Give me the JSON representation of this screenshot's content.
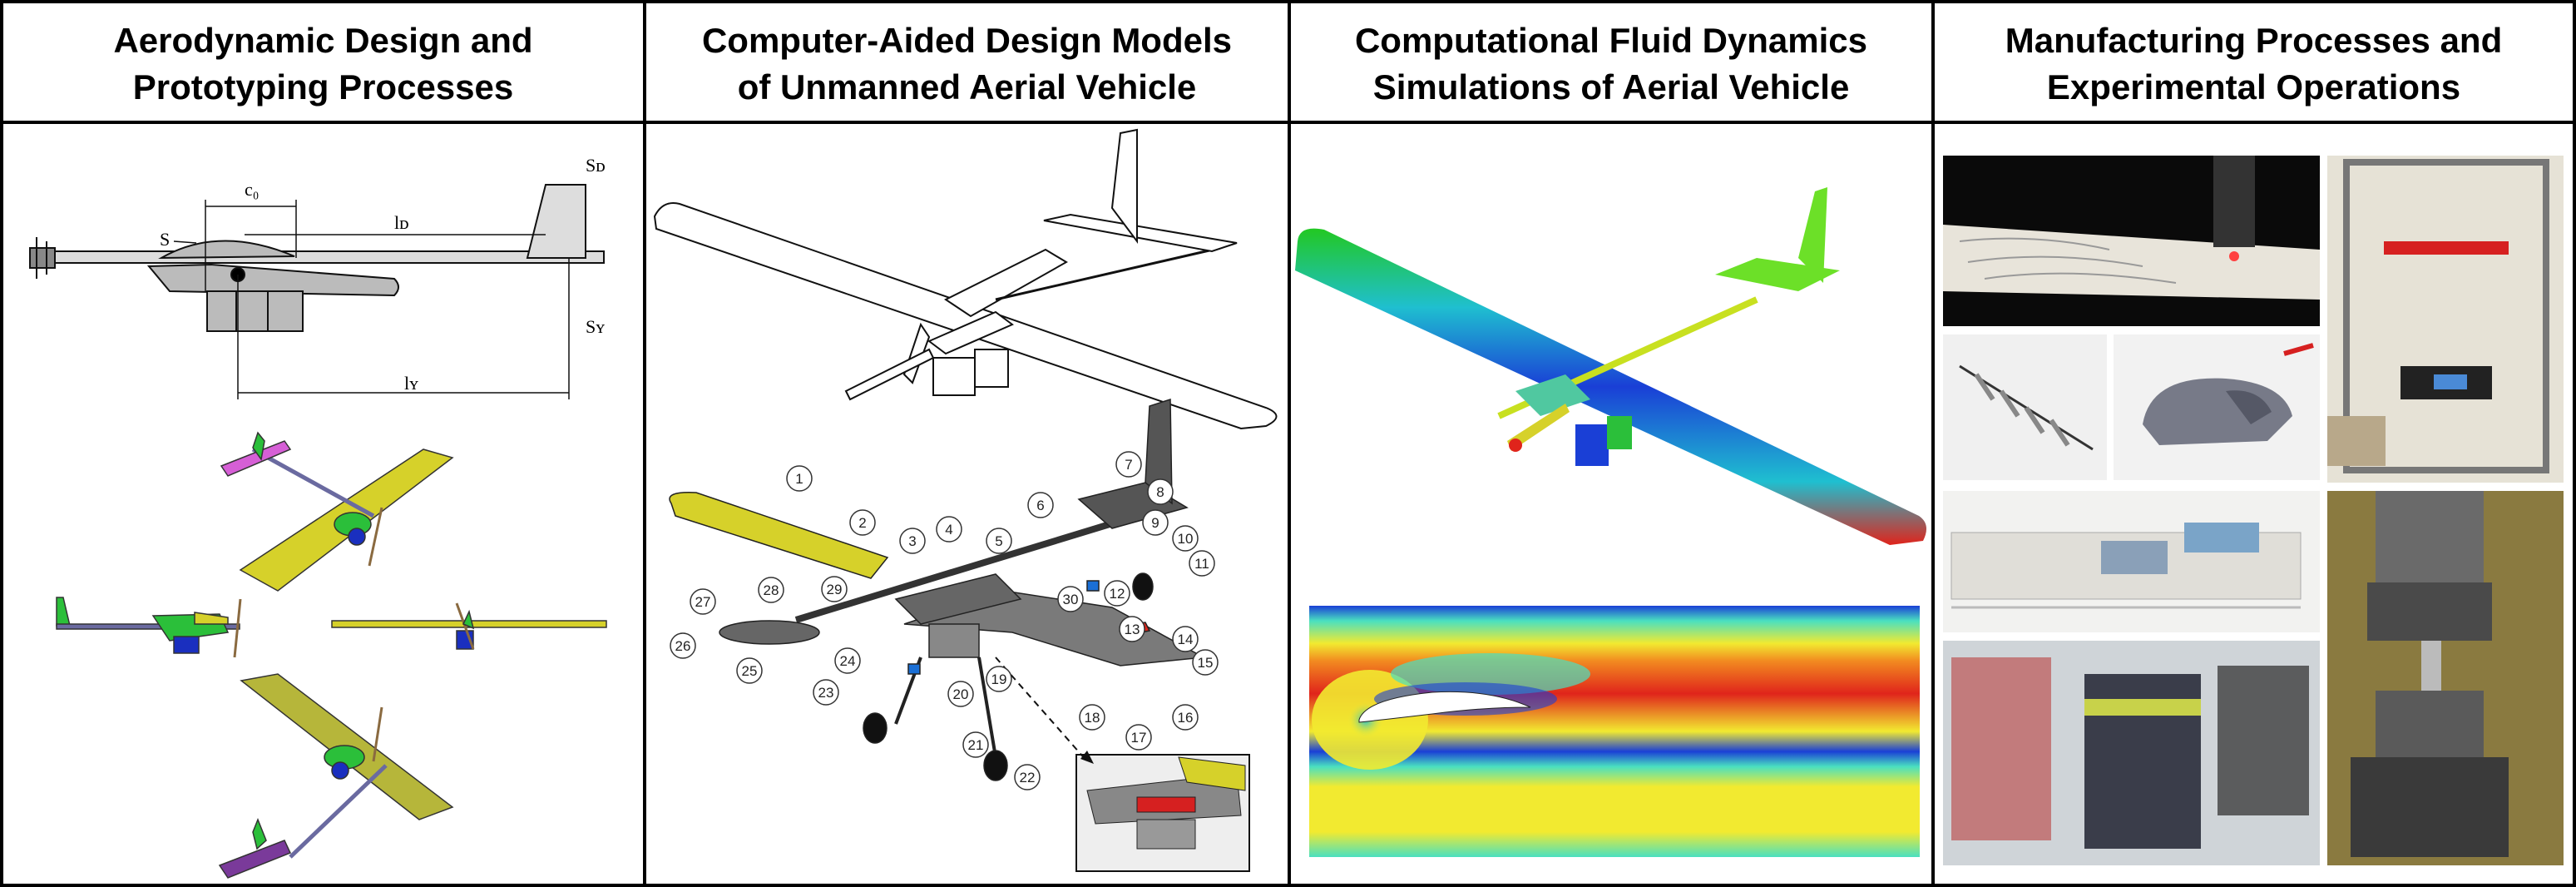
{
  "panels": [
    {
      "title": "Aerodynamic Design and\nPrototyping Processes"
    },
    {
      "title": "Computer-Aided Design Models\nof Unmanned Aerial Vehicle"
    },
    {
      "title": "Computational Fluid Dynamics\nSimulations of Aerial Vehicle"
    },
    {
      "title": "Manufacturing Processes and\nExperimental Operations"
    }
  ],
  "dimension_labels": {
    "c0": "c₀",
    "lD": "lᴅ",
    "lY": "lʏ",
    "S": "S",
    "SD": "Sᴅ",
    "SY": "Sʏ"
  },
  "callout_numbers": [
    "1",
    "2",
    "3",
    "4",
    "5",
    "6",
    "7",
    "8",
    "9",
    "10",
    "11",
    "12",
    "13",
    "14",
    "15",
    "16",
    "17",
    "18",
    "19",
    "20",
    "21",
    "22",
    "23",
    "24",
    "25",
    "26",
    "27",
    "28",
    "29",
    "30"
  ],
  "colors": {
    "wing_yellow": "#d6d12a",
    "body_green": "#2bbf3a",
    "engine_blue": "#1a2fbf",
    "tail_magenta": "#d65fd6",
    "tail_purple": "#7a3a9a",
    "cad_gray": "#4a4a4a",
    "cfd_red": "#e0241b",
    "cfd_blue": "#1a3fd6"
  }
}
